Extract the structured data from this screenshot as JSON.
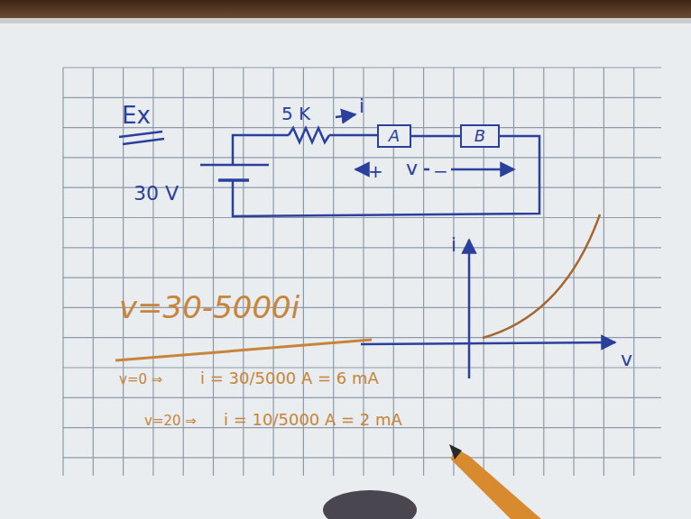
{
  "diagram": {
    "nodes": [
      {
        "text": [
          "A"
        ]
      },
      {
        "text": [
          "B"
        ]
      }
    ],
    "edges": [
      {
        "from": 0,
        "to": 1,
        "arrow": "none"
      }
    ],
    "labels": [
      "Ex",
      "5 K",
      "i",
      "30 V",
      "+",
      "v",
      "−",
      "i",
      "v",
      "v=30-5000i",
      "v=0 ⇒",
      "i = 30/5000 A = 6 mA",
      "v=20 ⇒",
      "i = 10/5000 A = 2 mA"
    ]
  }
}
